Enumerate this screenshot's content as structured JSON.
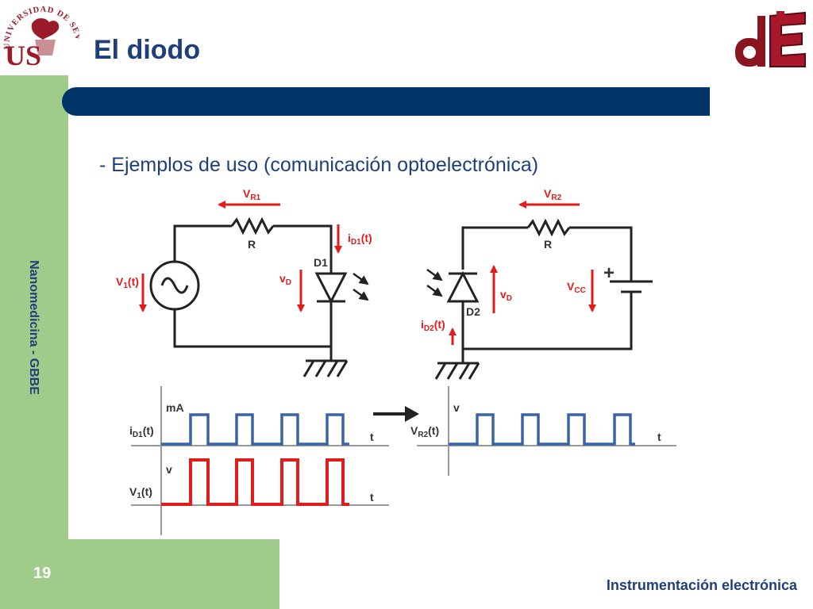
{
  "title": "El diodo",
  "subtitle": "- Ejemplos de uso (comunicación optoelectrónica)",
  "sidebar": "Nanomedicina - GBBE",
  "page_number": "19",
  "footer": "Instrumentación electrónica",
  "logos": {
    "left_text": "UNIVERSIDAD DE SEVILLA",
    "left_mark": "US",
    "right_mark": "dE"
  },
  "circuit1": {
    "vr": "V",
    "vr_sub": "R1",
    "r": "R",
    "id": "i",
    "id_sub": "D1",
    "id_tail": "(t)",
    "d": "D1",
    "vd": "v",
    "vd_sub": "D",
    "v1": "V",
    "v1_sub": "1",
    "v1_tail": "(t)"
  },
  "circuit2": {
    "vr": "V",
    "vr_sub": "R2",
    "r": "R",
    "vcc": "V",
    "vcc_sub": "CC",
    "plus": "+",
    "vd": "v",
    "vd_sub": "D",
    "d": "D2",
    "id": "i",
    "id_sub": "D2",
    "id_tail": "(t)"
  },
  "graphs": {
    "g1_unit": "mA",
    "g1_label": "i",
    "g1_label_sub": "D1",
    "g1_label_tail": "(t)",
    "g1_t": "t",
    "g2_unit": "v",
    "g2_label": "V",
    "g2_label_sub": "1",
    "g2_label_tail": "(t)",
    "g2_t": "t",
    "g3_unit": "v",
    "g3_label": "V",
    "g3_label_sub": "R2",
    "g3_label_tail": "(t)",
    "g3_t": "t"
  },
  "colors": {
    "title": "#1f3f7a",
    "bar": "#003366",
    "green": "#9fcc8a",
    "red": "#e21b1b",
    "blue": "#3a64a8",
    "logo_red": "#9c1b2a"
  }
}
